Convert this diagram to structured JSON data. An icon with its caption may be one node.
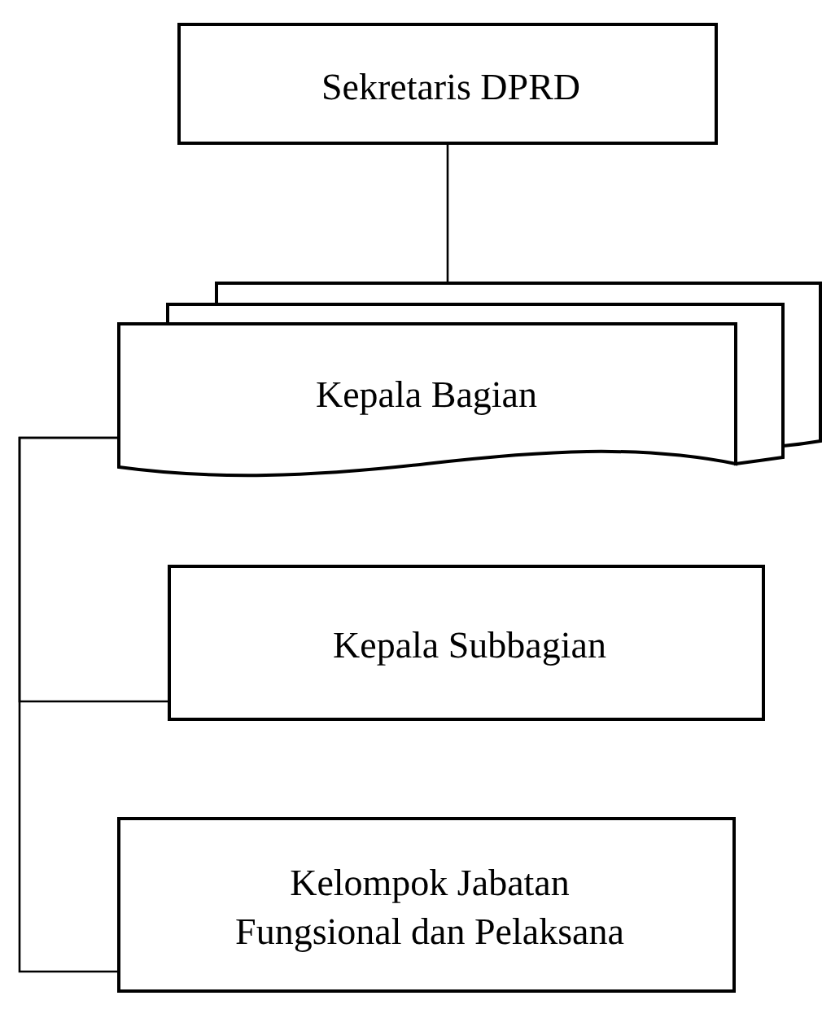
{
  "diagram": {
    "nodes": [
      {
        "text": [
          "Sekretaris DPRD"
        ]
      },
      {
        "text": [
          "Kepala Bagian"
        ]
      },
      {
        "text": [
          "Kepala Subbagian"
        ]
      },
      {
        "text": [
          "Kelompok Jabatan Fungsional dan Pelaksana"
        ]
      }
    ],
    "edges": [
      {
        "from": 0,
        "to": 1,
        "arrow": "none"
      },
      {
        "from": 1,
        "to": 2,
        "arrow": "none"
      },
      {
        "from": 1,
        "to": 3,
        "arrow": "none"
      }
    ]
  }
}
